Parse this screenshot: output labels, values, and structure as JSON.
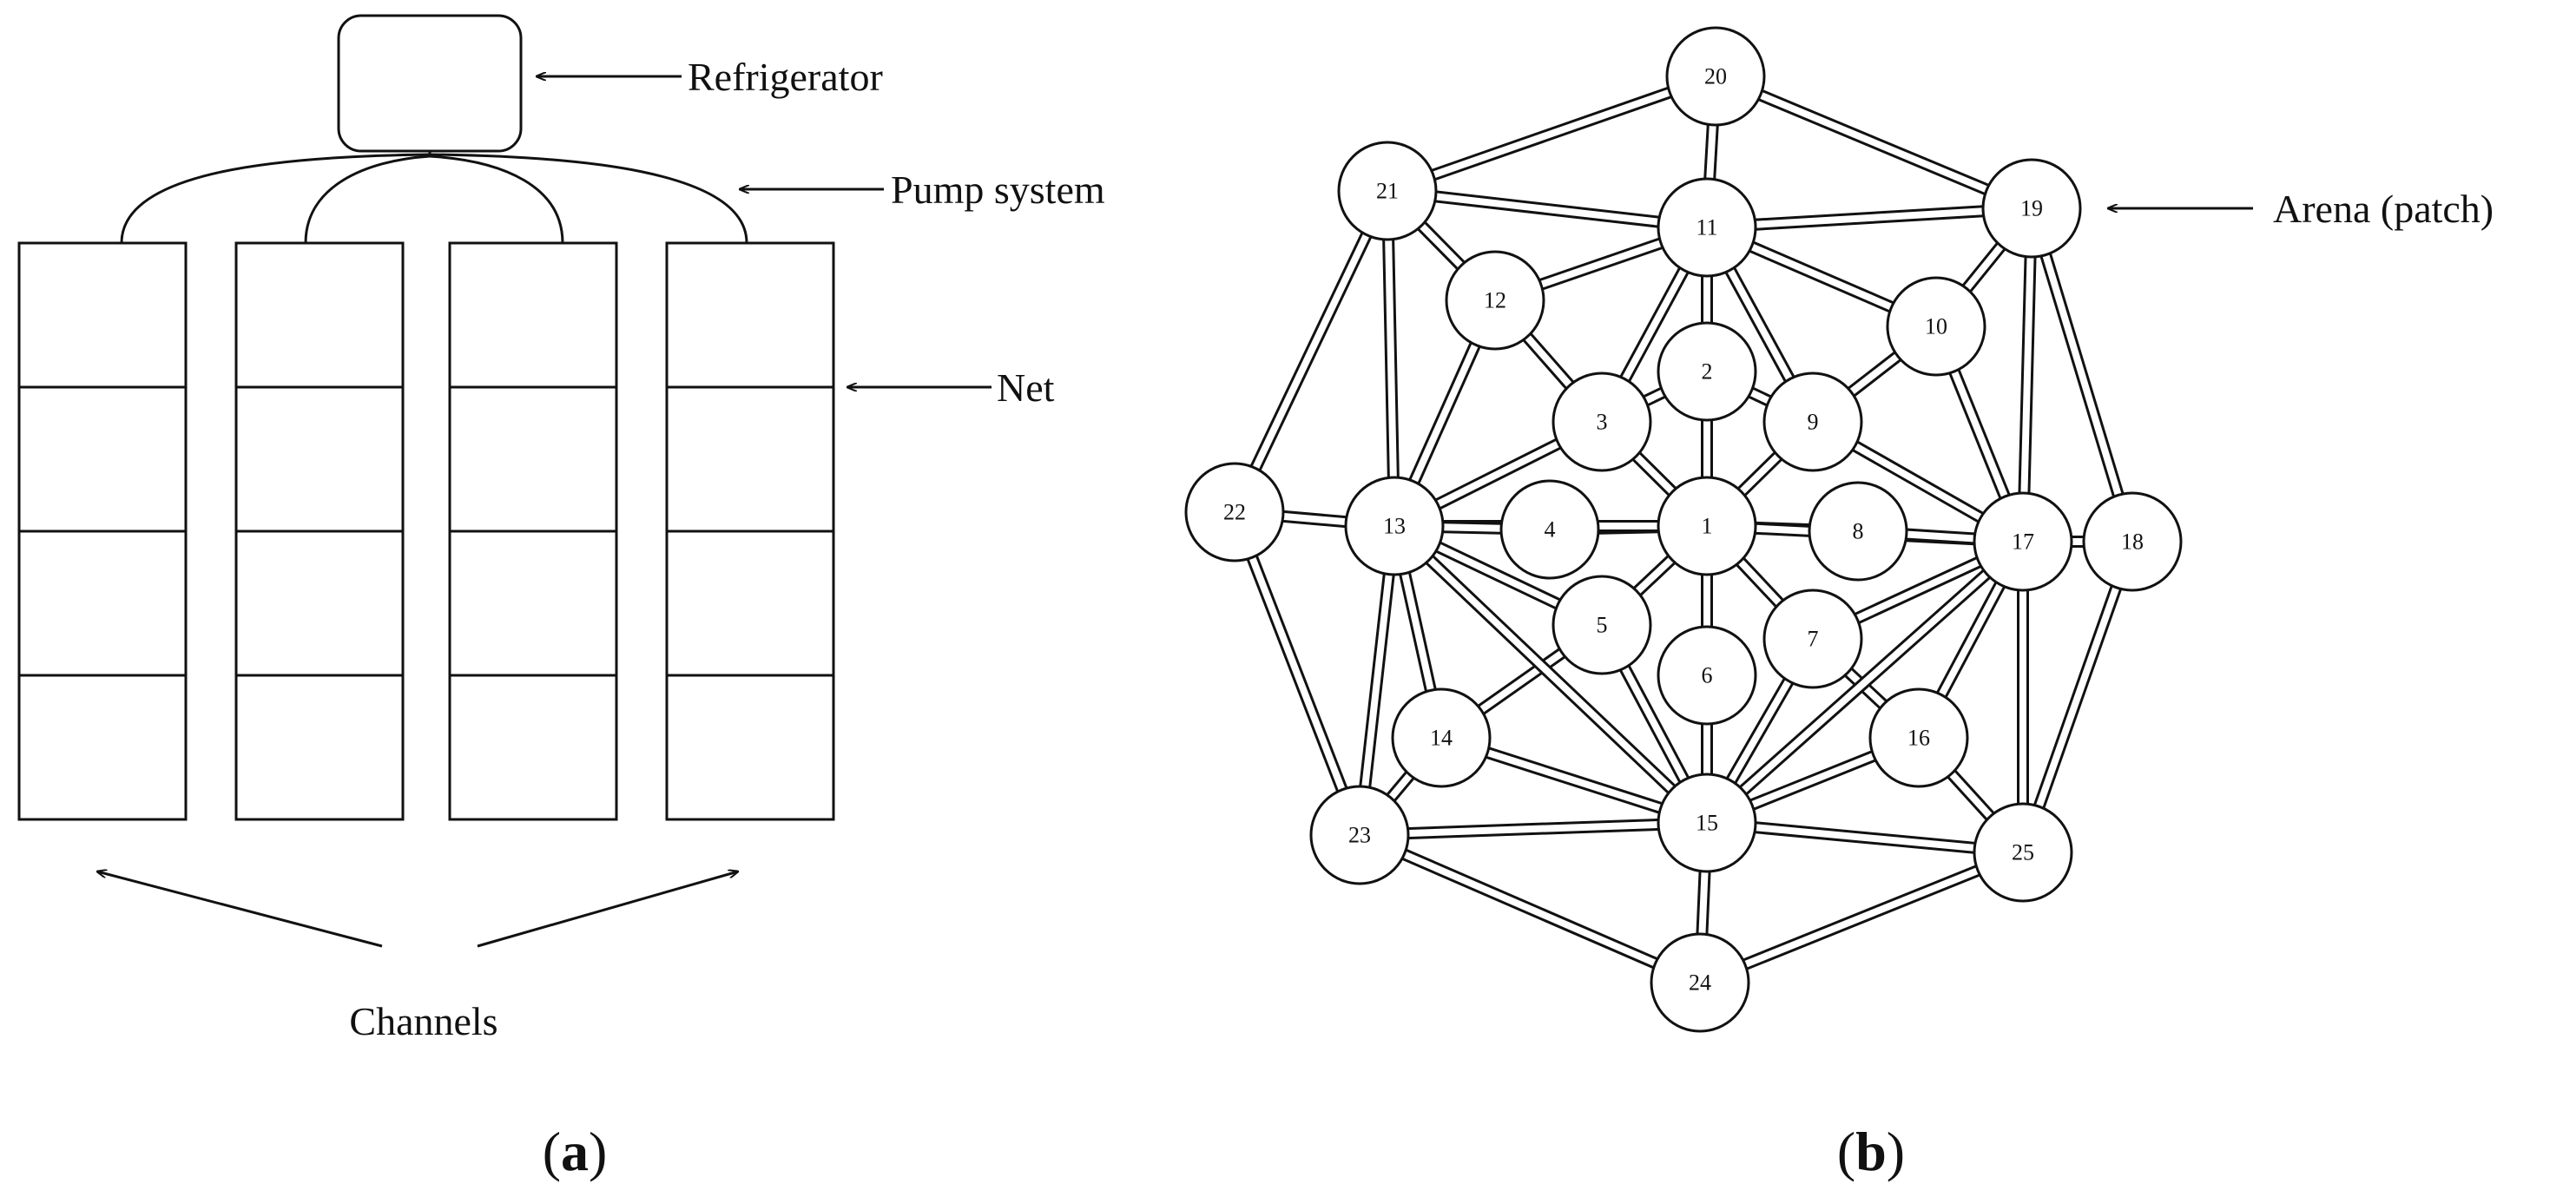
{
  "panel_a": {
    "labels": {
      "refrigerator": "Refrigerator",
      "pump_system": "Pump system",
      "net": "Net",
      "channels": "Channels"
    },
    "caption": "a",
    "channel_count": 4,
    "nets_per_channel": 4
  },
  "panel_b": {
    "labels": {
      "arena": "Arena (patch)"
    },
    "caption": "b",
    "nodes": [
      "1",
      "2",
      "3",
      "4",
      "5",
      "6",
      "7",
      "8",
      "9",
      "10",
      "11",
      "12",
      "13",
      "14",
      "15",
      "16",
      "17",
      "18",
      "19",
      "20",
      "21",
      "22",
      "23",
      "24",
      "25"
    ],
    "edges": [
      [
        "1",
        "2"
      ],
      [
        "1",
        "3"
      ],
      [
        "1",
        "4"
      ],
      [
        "1",
        "5"
      ],
      [
        "1",
        "6"
      ],
      [
        "1",
        "7"
      ],
      [
        "1",
        "8"
      ],
      [
        "1",
        "9"
      ],
      [
        "1",
        "11"
      ],
      [
        "1",
        "13"
      ],
      [
        "1",
        "15"
      ],
      [
        "1",
        "17"
      ],
      [
        "2",
        "11"
      ],
      [
        "2",
        "3"
      ],
      [
        "2",
        "9"
      ],
      [
        "3",
        "12"
      ],
      [
        "3",
        "11"
      ],
      [
        "3",
        "13"
      ],
      [
        "4",
        "13"
      ],
      [
        "5",
        "13"
      ],
      [
        "5",
        "14"
      ],
      [
        "5",
        "15"
      ],
      [
        "6",
        "15"
      ],
      [
        "7",
        "15"
      ],
      [
        "7",
        "16"
      ],
      [
        "7",
        "17"
      ],
      [
        "8",
        "17"
      ],
      [
        "9",
        "10"
      ],
      [
        "9",
        "11"
      ],
      [
        "9",
        "17"
      ],
      [
        "10",
        "11"
      ],
      [
        "10",
        "17"
      ],
      [
        "10",
        "19"
      ],
      [
        "11",
        "12"
      ],
      [
        "11",
        "20"
      ],
      [
        "11",
        "21"
      ],
      [
        "11",
        "19"
      ],
      [
        "12",
        "21"
      ],
      [
        "12",
        "13"
      ],
      [
        "13",
        "21"
      ],
      [
        "13",
        "22"
      ],
      [
        "13",
        "23"
      ],
      [
        "13",
        "14"
      ],
      [
        "14",
        "23"
      ],
      [
        "14",
        "15"
      ],
      [
        "15",
        "23"
      ],
      [
        "15",
        "24"
      ],
      [
        "15",
        "25"
      ],
      [
        "15",
        "16"
      ],
      [
        "15",
        "13"
      ],
      [
        "15",
        "17"
      ],
      [
        "16",
        "25"
      ],
      [
        "16",
        "17"
      ],
      [
        "17",
        "18"
      ],
      [
        "17",
        "19"
      ],
      [
        "17",
        "25"
      ],
      [
        "18",
        "19"
      ],
      [
        "18",
        "25"
      ],
      [
        "19",
        "20"
      ],
      [
        "20",
        "21"
      ],
      [
        "21",
        "22"
      ],
      [
        "22",
        "23"
      ],
      [
        "23",
        "24"
      ],
      [
        "24",
        "25"
      ]
    ]
  }
}
